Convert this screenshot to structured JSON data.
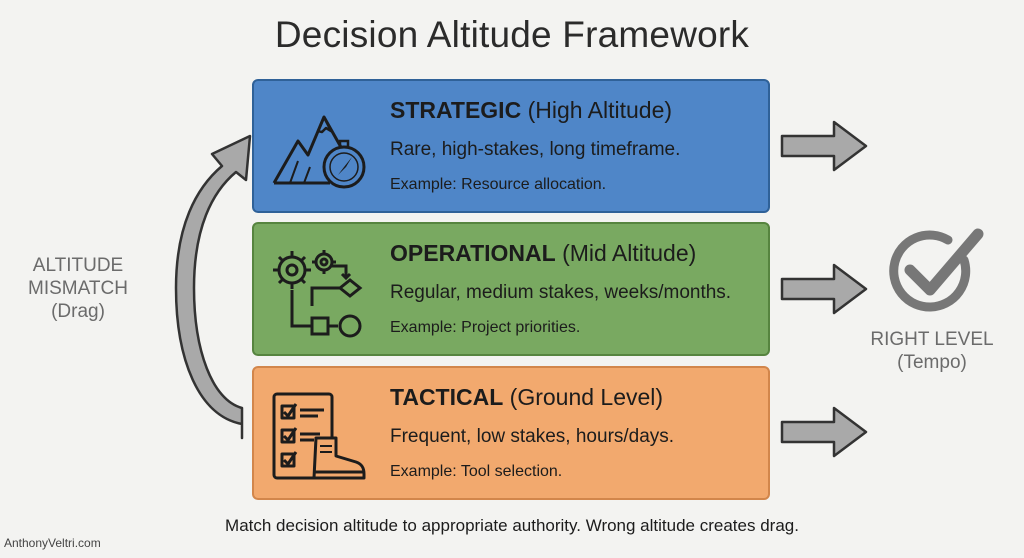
{
  "title": "Decision Altitude Framework",
  "levels": [
    {
      "name": "STRATEGIC",
      "altitude": "(High Altitude)",
      "description": "Rare, high-stakes, long timeframe.",
      "example": "Example: Resource allocation.",
      "icon": "mountain-compass-icon",
      "color": "#4f86c8"
    },
    {
      "name": "OPERATIONAL",
      "altitude": "(Mid Altitude)",
      "description": "Regular, medium stakes, weeks/months.",
      "example": "Example: Project priorities.",
      "icon": "gears-flowchart-icon",
      "color": "#79a961"
    },
    {
      "name": "TACTICAL",
      "altitude": "(Ground Level)",
      "description": "Frequent, low stakes, hours/days.",
      "example": "Example: Tool selection.",
      "icon": "checklist-boot-icon",
      "color": "#f2a96e"
    }
  ],
  "left_label": {
    "line1": "ALTITUDE",
    "line2": "MISMATCH",
    "line3": "(Drag)"
  },
  "right_label": {
    "line1": "RIGHT LEVEL",
    "line2": "(Tempo)"
  },
  "footer": "Match decision altitude to appropriate authority. Wrong altitude creates drag.",
  "credit": "AnthonyVeltri.com"
}
